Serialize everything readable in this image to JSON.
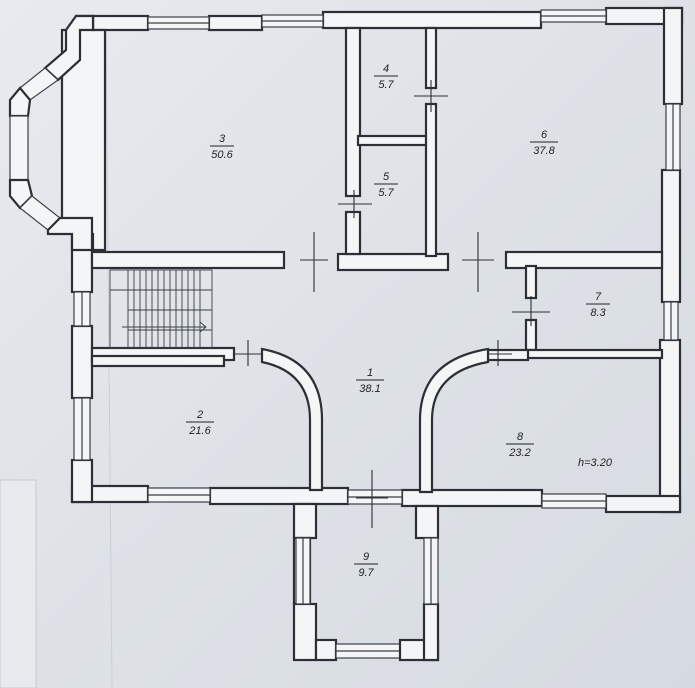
{
  "rooms": [
    {
      "id": "room-1",
      "number": "1",
      "area": "38.1"
    },
    {
      "id": "room-2",
      "number": "2",
      "area": "21.6"
    },
    {
      "id": "room-3",
      "number": "3",
      "area": "50.6"
    },
    {
      "id": "room-4",
      "number": "4",
      "area": "5.7"
    },
    {
      "id": "room-5",
      "number": "5",
      "area": "5.7"
    },
    {
      "id": "room-6",
      "number": "6",
      "area": "37.8"
    },
    {
      "id": "room-7",
      "number": "7",
      "area": "8.3"
    },
    {
      "id": "room-8",
      "number": "8",
      "area": "23.2"
    },
    {
      "id": "room-9",
      "number": "9",
      "area": "9.7"
    }
  ],
  "ceiling_height_label": "h=3.20"
}
